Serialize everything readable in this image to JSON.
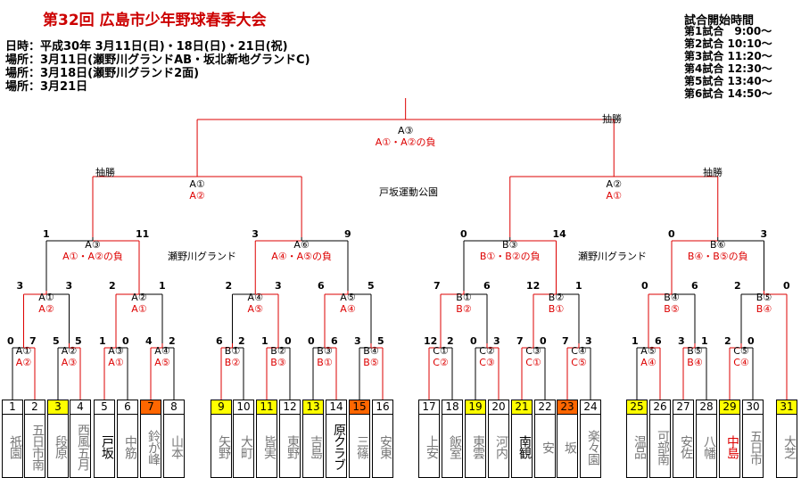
{
  "title": "第32回 広島市少年野球春季大会",
  "info": [
    "日時：平成30年 3月11日(日)・18日(日)・21日(祝)",
    "場所：3月11日(瀬野川グランドAB・坂北新地グランドC)",
    "場所：3月18日(瀬野川グランド2面)",
    "場所：3月21日"
  ],
  "schedule": {
    "title": "試合開始時間",
    "items": [
      "第1試合　9:00～",
      "第2試合 10:10～",
      "第3試合 11:20～",
      "第4試合 12:30～",
      "第5試合 13:40～",
      "第6試合 14:50～"
    ]
  },
  "venues": {
    "left": "瀬野川グランド",
    "center": "戸坂運動公園",
    "right": "瀬野川グランド"
  },
  "notes": {
    "draw": "抽勝"
  },
  "teams": [
    {
      "num": "1",
      "name": "祇園",
      "hl": "",
      "color": "gray"
    },
    {
      "num": "2",
      "name": "五日市南",
      "hl": "",
      "color": "gray"
    },
    {
      "num": "3",
      "name": "段原",
      "hl": "yellow",
      "color": "gray"
    },
    {
      "num": "4",
      "name": "西風五月",
      "hl": "",
      "color": "gray"
    },
    {
      "num": "5",
      "name": "戸坂",
      "hl": "",
      "color": "black"
    },
    {
      "num": "6",
      "name": "中筋",
      "hl": "",
      "color": "gray"
    },
    {
      "num": "7",
      "name": "鈴が峰",
      "hl": "orange",
      "color": "gray"
    },
    {
      "num": "8",
      "name": "山本",
      "hl": "",
      "color": "gray"
    },
    {
      "num": "9",
      "name": "矢野",
      "hl": "yellow",
      "color": "gray"
    },
    {
      "num": "10",
      "name": "大町",
      "hl": "",
      "color": "gray"
    },
    {
      "num": "11",
      "name": "皆実",
      "hl": "yellow",
      "color": "gray"
    },
    {
      "num": "12",
      "name": "東野",
      "hl": "",
      "color": "gray"
    },
    {
      "num": "13",
      "name": "吉島",
      "hl": "yellow",
      "color": "gray"
    },
    {
      "num": "14",
      "name": "原クラブ",
      "hl": "",
      "color": "black"
    },
    {
      "num": "15",
      "name": "三篠",
      "hl": "orange",
      "color": "gray"
    },
    {
      "num": "16",
      "name": "安東",
      "hl": "",
      "color": "gray"
    },
    {
      "num": "17",
      "name": "上安",
      "hl": "",
      "color": "gray"
    },
    {
      "num": "18",
      "name": "飯室",
      "hl": "",
      "color": "gray"
    },
    {
      "num": "19",
      "name": "東雲",
      "hl": "yellow",
      "color": "gray"
    },
    {
      "num": "20",
      "name": "河内",
      "hl": "",
      "color": "gray"
    },
    {
      "num": "21",
      "name": "南観",
      "hl": "yellow",
      "color": "black"
    },
    {
      "num": "22",
      "name": "安",
      "hl": "",
      "color": "gray"
    },
    {
      "num": "23",
      "name": "坂",
      "hl": "orange",
      "color": "gray"
    },
    {
      "num": "24",
      "name": "楽々園",
      "hl": "",
      "color": "gray"
    },
    {
      "num": "25",
      "name": "温品",
      "hl": "yellow",
      "color": "gray"
    },
    {
      "num": "26",
      "name": "可部南",
      "hl": "",
      "color": "gray"
    },
    {
      "num": "27",
      "name": "安佐",
      "hl": "",
      "color": "gray"
    },
    {
      "num": "28",
      "name": "八幡",
      "hl": "",
      "color": "gray"
    },
    {
      "num": "29",
      "name": "中島",
      "hl": "yellow",
      "color": "red"
    },
    {
      "num": "30",
      "name": "五日市",
      "hl": "",
      "color": "gray"
    },
    {
      "num": "31",
      "name": "大芝",
      "hl": "yellow",
      "color": "gray"
    }
  ],
  "games": {
    "r1": [
      {
        "id": "A①",
        "sub": "A②",
        "ls": "0",
        "rs": "7"
      },
      {
        "id": "A②",
        "sub": "A③",
        "ls": "5",
        "rs": "5"
      },
      {
        "id": "A③",
        "sub": "A①",
        "ls": "1",
        "rs": "0"
      },
      {
        "id": "A④",
        "sub": "A⑤",
        "ls": "4",
        "rs": "2"
      },
      {
        "id": "B①",
        "sub": "B②",
        "ls": "6",
        "rs": "2"
      },
      {
        "id": "B②",
        "sub": "B③",
        "ls": "1",
        "rs": "0"
      },
      {
        "id": "B③",
        "sub": "B①",
        "ls": "0",
        "rs": "6"
      },
      {
        "id": "B④",
        "sub": "B⑤",
        "ls": "3",
        "rs": "5"
      },
      {
        "id": "C①",
        "sub": "C②",
        "ls": "12",
        "rs": "2"
      },
      {
        "id": "C②",
        "sub": "C③",
        "ls": "0",
        "rs": "3"
      },
      {
        "id": "C③",
        "sub": "C①",
        "ls": "7",
        "rs": "0"
      },
      {
        "id": "C④",
        "sub": "C⑤",
        "ls": "7",
        "rs": "3"
      },
      {
        "id": "A⑤",
        "sub": "A④",
        "ls": "1",
        "rs": "6"
      },
      {
        "id": "B⑤",
        "sub": "B④",
        "ls": "3",
        "rs": "1"
      },
      {
        "id": "C⑤",
        "sub": "C④",
        "ls": "2",
        "rs": "0"
      }
    ],
    "r2": [
      {
        "id": "A①",
        "sub": "A②",
        "ls": "3",
        "rs": "3"
      },
      {
        "id": "A②",
        "sub": "A①",
        "ls": "2",
        "rs": "1"
      },
      {
        "id": "A④",
        "sub": "A⑤",
        "ls": "2",
        "rs": "3"
      },
      {
        "id": "A⑤",
        "sub": "A④",
        "ls": "6",
        "rs": "5"
      },
      {
        "id": "B①",
        "sub": "B②",
        "ls": "7",
        "rs": "6"
      },
      {
        "id": "B②",
        "sub": "B①",
        "ls": "12",
        "rs": "1"
      },
      {
        "id": "B④",
        "sub": "B⑤",
        "ls": "0",
        "rs": "6"
      },
      {
        "id": "B⑤",
        "sub": "B④",
        "ls": "2",
        "rs": "0"
      }
    ],
    "r3": [
      {
        "id": "A③",
        "sub": "A①・A②の負",
        "ls": "1",
        "rs": "11"
      },
      {
        "id": "A⑥",
        "sub": "A④・A⑤の負",
        "ls": "3",
        "rs": "9"
      },
      {
        "id": "B③",
        "sub": "B①・B②の負",
        "ls": "0",
        "rs": "14"
      },
      {
        "id": "B⑥",
        "sub": "B④・B⑤の負",
        "ls": "0",
        "rs": "3"
      }
    ],
    "r4": [
      {
        "id": "A①",
        "sub": "A②"
      },
      {
        "id": "A②",
        "sub": "A①"
      }
    ],
    "final": {
      "id": "A③",
      "sub": "A①・A②の負"
    }
  }
}
